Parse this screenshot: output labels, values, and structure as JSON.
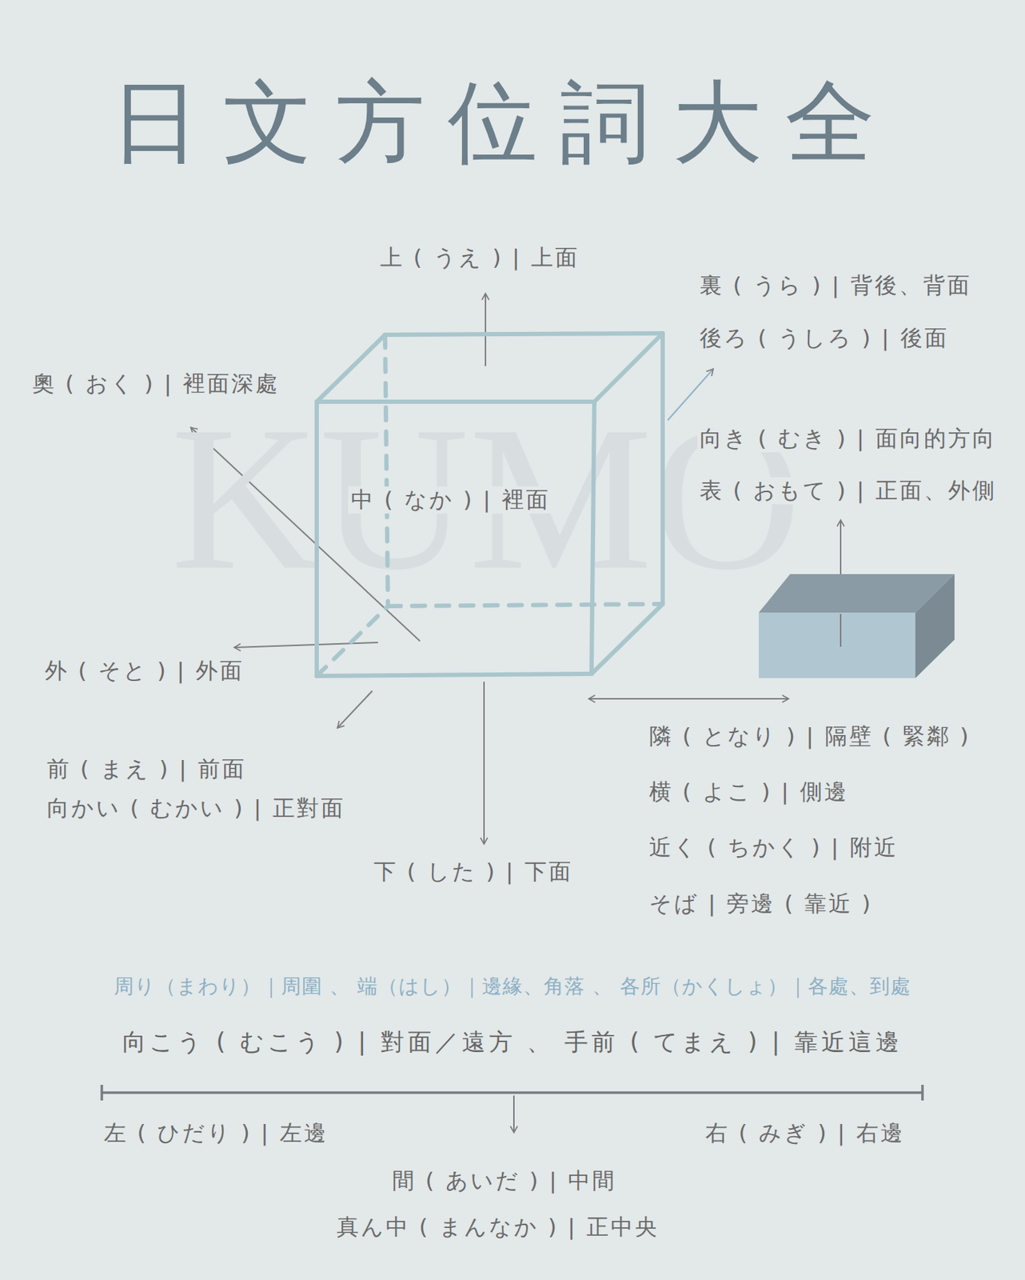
{
  "diagram": {
    "title": "日文方位詞大全",
    "nodes": [
      {
        "text": [
          "中 ( なか ) | 裡面"
        ]
      }
    ],
    "labels": [
      "上 ( うえ ) | 上面",
      "裏 ( うら ) | 背後、背面",
      "後ろ ( うしろ ) | 後面",
      "奧 ( おく ) | 裡面深處",
      "KUMO",
      "向き ( むき ) | 面向的方向",
      "表 ( おもて ) | 正面、外側",
      "外 ( そと ) | 外面",
      "前 ( まえ ) | 前面",
      "向かい ( むかい ) | 正對面",
      "隣 ( となり ) | 隔壁 ( 緊鄰 )",
      "下 ( した ) | 下面",
      "横 ( よこ ) | 側邊",
      "近く ( ちかく ) | 附近",
      "そば | 旁邊 ( 靠近 )",
      "周り（まわり）｜周圍 、 端（はし）｜邊緣、角落 、 各所（かくしょ）｜各處、到處",
      "向こう ( むこう ) | 對面／遠方 、 手前 ( てまえ ) | 靠近這邊",
      "左 ( ひだり ) | 左邊",
      "右 ( みぎ ) | 右邊",
      "間 ( あいだ ) | 中間",
      "真ん中 ( まんなか ) | 正中央"
    ]
  }
}
